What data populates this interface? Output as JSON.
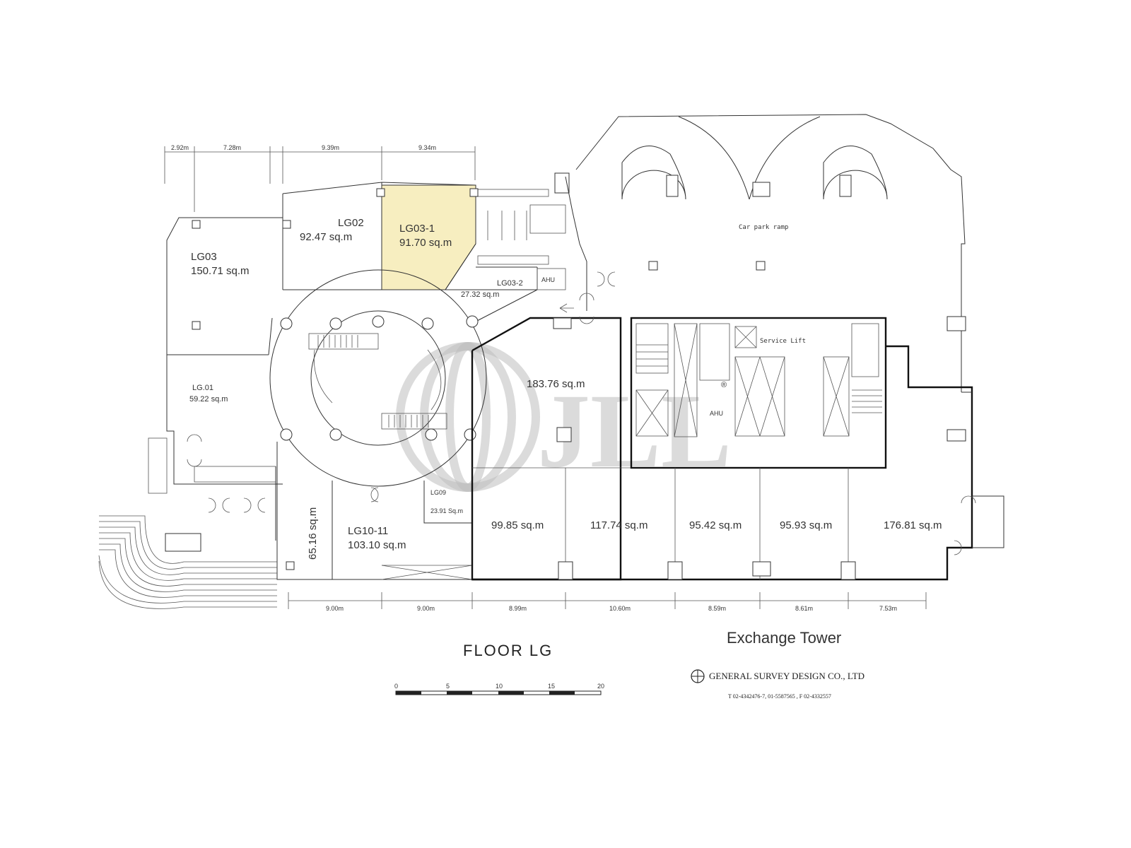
{
  "colors": {
    "highlight": "#f7eec0",
    "line": "#333333",
    "watermark": "#bdbdbd"
  },
  "units": [
    {
      "id": "LG03",
      "name": "LG03",
      "area": "150.71 sq.m"
    },
    {
      "id": "LG02",
      "name": "LG02",
      "area": "92.47 sq.m"
    },
    {
      "id": "LG03-1",
      "name": "LG03-1",
      "area": "91.70 sq.m",
      "highlighted": true
    },
    {
      "id": "LG03-2",
      "name": "LG03-2",
      "area": "27.32 sq.m"
    },
    {
      "id": "LG01",
      "name": "LG.01",
      "area": "59.22 sq.m"
    },
    {
      "id": "LG09",
      "name": "LG09",
      "area": "23.91 Sq.m"
    },
    {
      "id": "LG10-11",
      "name": "LG10-11",
      "area": "103.10 sq.m"
    },
    {
      "id": "U-6516",
      "name": "",
      "area": "65.16 sq.m"
    },
    {
      "id": "U-18376",
      "name": "",
      "area": "183.76 sq.m"
    },
    {
      "id": "U-9985",
      "name": "",
      "area": "99.85 sq.m"
    },
    {
      "id": "U-11774",
      "name": "",
      "area": "117.74 sq.m"
    },
    {
      "id": "U-9542",
      "name": "",
      "area": "95.42 sq.m"
    },
    {
      "id": "U-9593",
      "name": "",
      "area": "95.93 sq.m"
    },
    {
      "id": "U-17681",
      "name": "",
      "area": "176.81 sq.m"
    }
  ],
  "labels": {
    "car_park_ramp": "Car park ramp",
    "ahu_1": "AHU",
    "ahu_2": "AHU",
    "service_lift": "Service Lift",
    "registered": "®"
  },
  "dims_top": [
    "2.92m",
    "7.28m",
    "9.39m",
    "9.34m"
  ],
  "dims_bottom": [
    "9.00m",
    "9.00m",
    "8.99m",
    "10.60m",
    "8.59m",
    "8.61m",
    "7.53m"
  ],
  "floor_label": "FLOOR LG",
  "building_name": "Exchange Tower",
  "scale_ticks": [
    "0",
    "5",
    "10",
    "15",
    "20"
  ],
  "company": "GENERAL SURVEY DESIGN CO., LTD",
  "company_contact": "T 02-4342476-7, 01-5587565 , F 02-4332557",
  "watermark": "JLL"
}
